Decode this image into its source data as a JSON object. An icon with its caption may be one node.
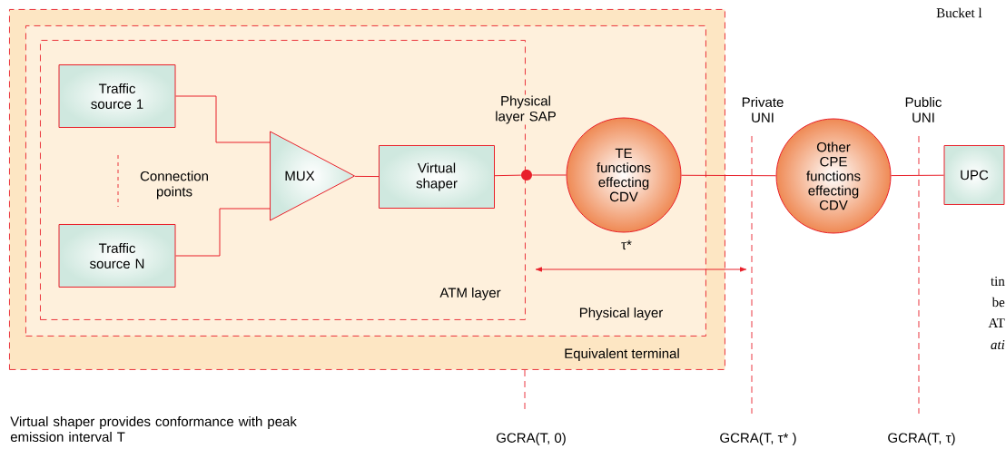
{
  "diagram": {
    "nodes": [
      {
        "text": [
          "Equivalent terminal"
        ]
      },
      {
        "text": [
          "Physical layer"
        ],
        "in": 0
      },
      {
        "text": [
          "ATM layer"
        ],
        "in": 1
      },
      {
        "text": [
          "Traffic source 1"
        ],
        "in": 2
      },
      {
        "text": [
          "Traffic source N"
        ],
        "in": 2
      },
      {
        "text": [
          "MUX"
        ],
        "in": 2
      },
      {
        "text": [
          "Virtual shaper"
        ],
        "in": 2
      },
      {
        "text": [],
        "shape": "circle",
        "in": 1
      },
      {
        "text": [
          "TE functions effecting CDV"
        ],
        "in": 1
      },
      {
        "text": [
          "Other CPE functions effecting CDV"
        ]
      },
      {
        "text": [
          "UPC"
        ]
      }
    ],
    "edges": [
      {
        "from": 3,
        "to": 5,
        "arrow": "none"
      },
      {
        "from": 4,
        "to": 5,
        "arrow": "none"
      },
      {
        "from": 5,
        "to": 6,
        "arrow": "none"
      },
      {
        "from": 6,
        "to": 7,
        "arrow": "none"
      },
      {
        "from": 7,
        "to": 8,
        "arrow": "none"
      },
      {
        "from": 8,
        "to": 9,
        "arrow": "none"
      },
      {
        "from": 9,
        "to": 10,
        "arrow": "none"
      }
    ],
    "labels": [
      "Bucket l",
      "Physical layer SAP",
      "Connection points",
      "Private UNI",
      "Public UNI",
      "τ*",
      "tin",
      "be",
      "AT",
      "ati",
      "Virtual shaper provides conformance with peak emission interval T",
      "GCRA(T, 0)",
      "GCRA(T, τ* )",
      "GCRA(T, τ)"
    ]
  }
}
